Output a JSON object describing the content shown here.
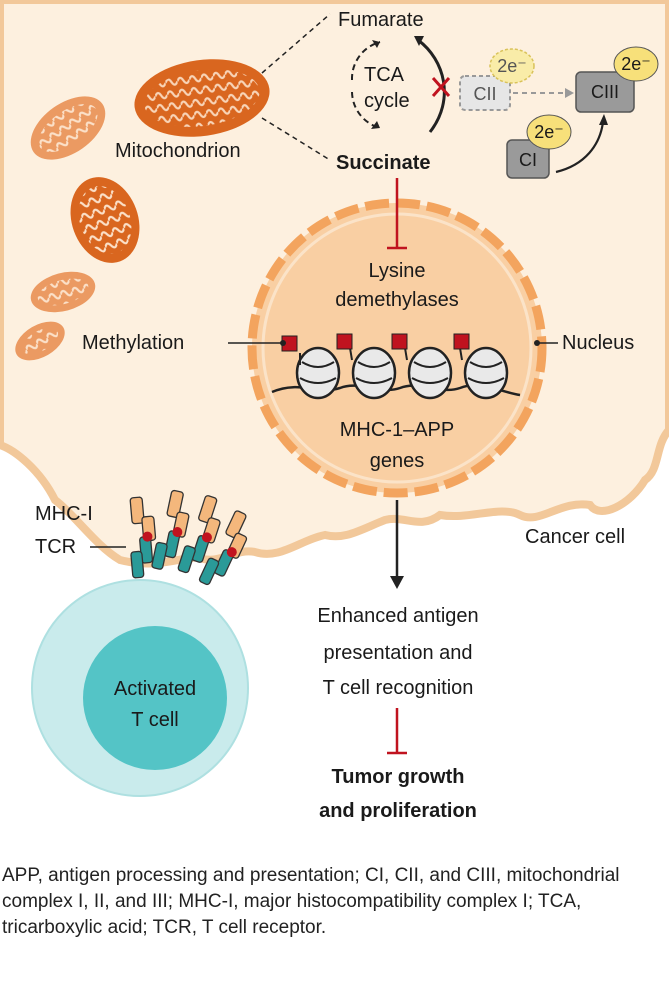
{
  "labels": {
    "fumarate": "Fumarate",
    "tca_line1": "TCA",
    "tca_line2": "cycle",
    "succinate": "Succinate",
    "mitochondrion": "Mitochondrion",
    "complex_ii": "CII",
    "complex_iii": "CIII",
    "complex_i": "CI",
    "electrons": "2e⁻",
    "lysine_line1": "Lysine",
    "lysine_line2": "demethylases",
    "methylation": "Methylation",
    "nucleus": "Nucleus",
    "genes_line1": "MHC-1–APP",
    "genes_line2": "genes",
    "cancer_cell": "Cancer cell",
    "mhc_i": "MHC-I",
    "tcr": "TCR",
    "t_cell_line1": "Activated",
    "t_cell_line2": "T cell",
    "enhanced_line1": "Enhanced antigen",
    "enhanced_line2": "presentation and",
    "enhanced_line3": "T cell recognition",
    "tumor_line1": "Tumor growth",
    "tumor_line2": "and proliferation"
  },
  "caption": "APP, antigen processing and presentation; CI, CII, and CIII, mitochondrial complex I, II, and III; MHC-I, major histocompatibility complex I; TCA, tricarboxylic acid; TCR, T cell receptor.",
  "colors": {
    "cytoplasm": "#fdf0df",
    "membrane": "#f2c89a",
    "nucleus_fill": "#f9cfa3",
    "nucleus_ring": "#f3a45e",
    "mito_dark": "#d9661f",
    "mito_light": "#eb9a62",
    "methyl_mark": "#c0131f",
    "inhibit": "#c0131f",
    "complex_grey": "#9a9a9a",
    "electron_yellow": "#f7e07a",
    "tcell_outer": "#c9ebec",
    "tcell_inner": "#54c4c6",
    "receptor_teal": "#2a9a98",
    "mhc_orange": "#f4b77c"
  }
}
